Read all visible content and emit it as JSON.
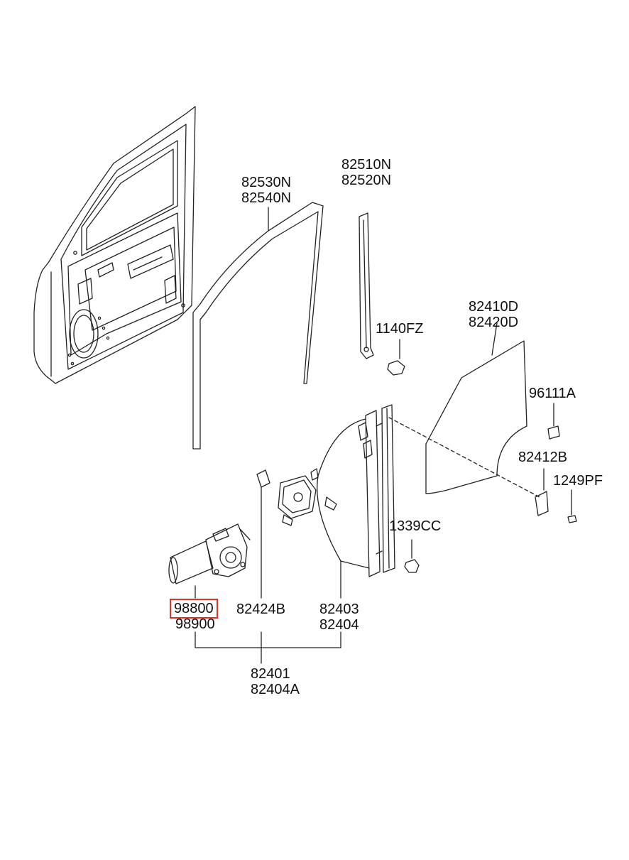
{
  "labels": {
    "p82530N": "82530N",
    "p82540N": "82540N",
    "p82510N": "82510N",
    "p82520N": "82520N",
    "p1140FZ": "1140FZ",
    "p82410D": "82410D",
    "p82420D": "82420D",
    "p96111A": "96111A",
    "p82412B": "82412B",
    "p1249PF": "1249PF",
    "p1339CC": "1339CC",
    "p98800": "98800",
    "p98900": "98900",
    "p82424B": "82424B",
    "p82403": "82403",
    "p82404": "82404",
    "p82401": "82401",
    "p82404A": "82404A"
  },
  "highlight_color": "#e0312b",
  "line_color": "#222222"
}
